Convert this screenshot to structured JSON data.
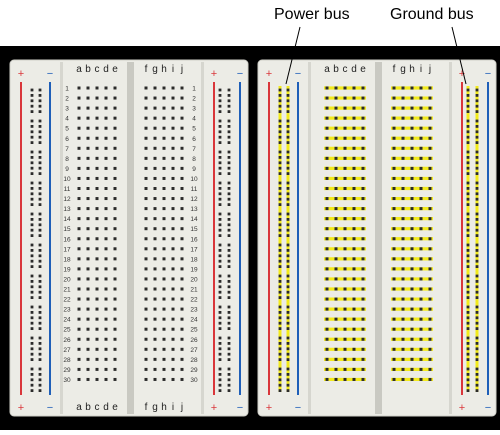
{
  "labels": {
    "power_bus": "Power bus",
    "ground_bus": "Ground bus"
  },
  "breadboard": {
    "columns_left": [
      "a",
      "b",
      "c",
      "d",
      "e"
    ],
    "columns_right": [
      "f",
      "g",
      "h",
      "i",
      "j"
    ],
    "rows": 30,
    "rail_plus": "+",
    "rail_minus": "−"
  },
  "colors": {
    "background": "#000000",
    "board": "#ececE6",
    "hole": "#2b2b2b",
    "plus_line": "#d9363a",
    "minus_line": "#1f5fb8",
    "connection": "#f2ea1c"
  }
}
